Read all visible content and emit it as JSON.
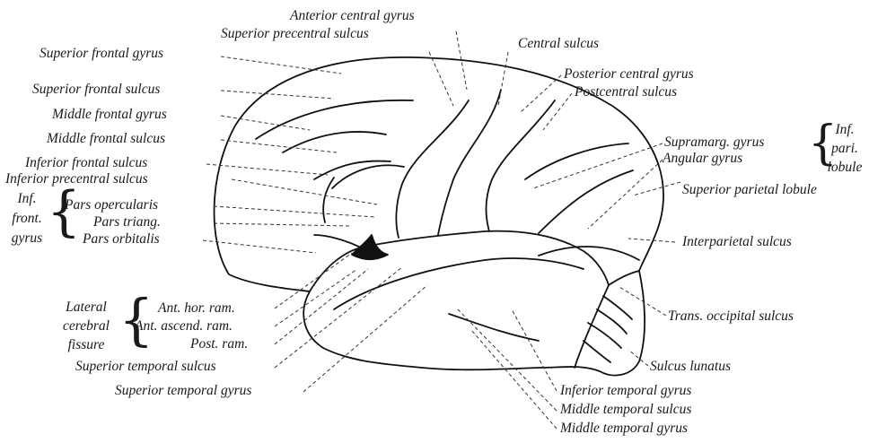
{
  "labels": {
    "anterior_central_gyrus": "Anterior central gyrus",
    "superior_precentral_sulcus": "Superior precentral sulcus",
    "central_sulcus": "Central sulcus",
    "superior_frontal_gyrus": "Superior frontal gyrus",
    "posterior_central_gyrus": "Posterior central gyrus",
    "postcentral_sulcus": "Postcentral sulcus",
    "superior_frontal_sulcus": "Superior frontal sulcus",
    "middle_frontal_gyrus": "Middle frontal gyrus",
    "middle_frontal_sulcus": "Middle frontal sulcus",
    "supramarg_gyrus": "Supramarg. gyrus",
    "inf_pari_lobule": [
      "Inf.",
      "pari.",
      "lobule"
    ],
    "inferior_frontal_sulcus": "Inferior frontal sulcus",
    "angular_gyrus": "Angular gyrus",
    "inferior_precentral_sulcus": "Inferior precentral sulcus",
    "superior_parietal_lobule": "Superior parietal lobule",
    "inf_front_gyrus": [
      "Inf.",
      "front.",
      "gyrus"
    ],
    "pars_opercularis": "Pars opercularis",
    "pars_triang": "Pars triang.",
    "interparietal_sulcus": "Interparietal sulcus",
    "pars_orbitalis": "Pars orbitalis",
    "lateral_cerebral_fissure": [
      "Lateral",
      "cerebral",
      "fissure"
    ],
    "ant_hor_ram": "Ant. hor. ram.",
    "ant_ascend_ram": "Ant. ascend. ram.",
    "post_ram": "Post. ram.",
    "trans_occipital_sulcus": "Trans. occipital sulcus",
    "superior_temporal_sulcus": "Superior temporal sulcus",
    "sulcus_lunatus": "Sulcus lunatus",
    "superior_temporal_gyrus": "Superior temporal gyrus",
    "inferior_temporal_gyrus": "Inferior temporal gyrus",
    "middle_temporal_sulcus": "Middle temporal sulcus",
    "middle_temporal_gyrus": "Middle temporal gyrus"
  }
}
